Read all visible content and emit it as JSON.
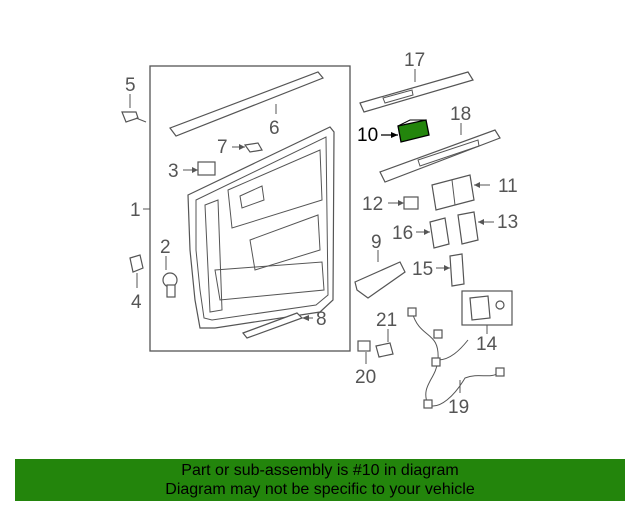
{
  "diagram": {
    "callouts": [
      "1",
      "2",
      "3",
      "4",
      "5",
      "6",
      "7",
      "8",
      "9",
      "10",
      "11",
      "12",
      "13",
      "14",
      "15",
      "16",
      "17",
      "18",
      "19",
      "20",
      "21"
    ],
    "highlighted_part": "10",
    "highlight_color": "#23850c"
  },
  "footer": {
    "line1": "Part or sub-assembly is #10 in diagram",
    "line2": "Diagram may not be specific to your vehicle",
    "background": "#23850c"
  }
}
